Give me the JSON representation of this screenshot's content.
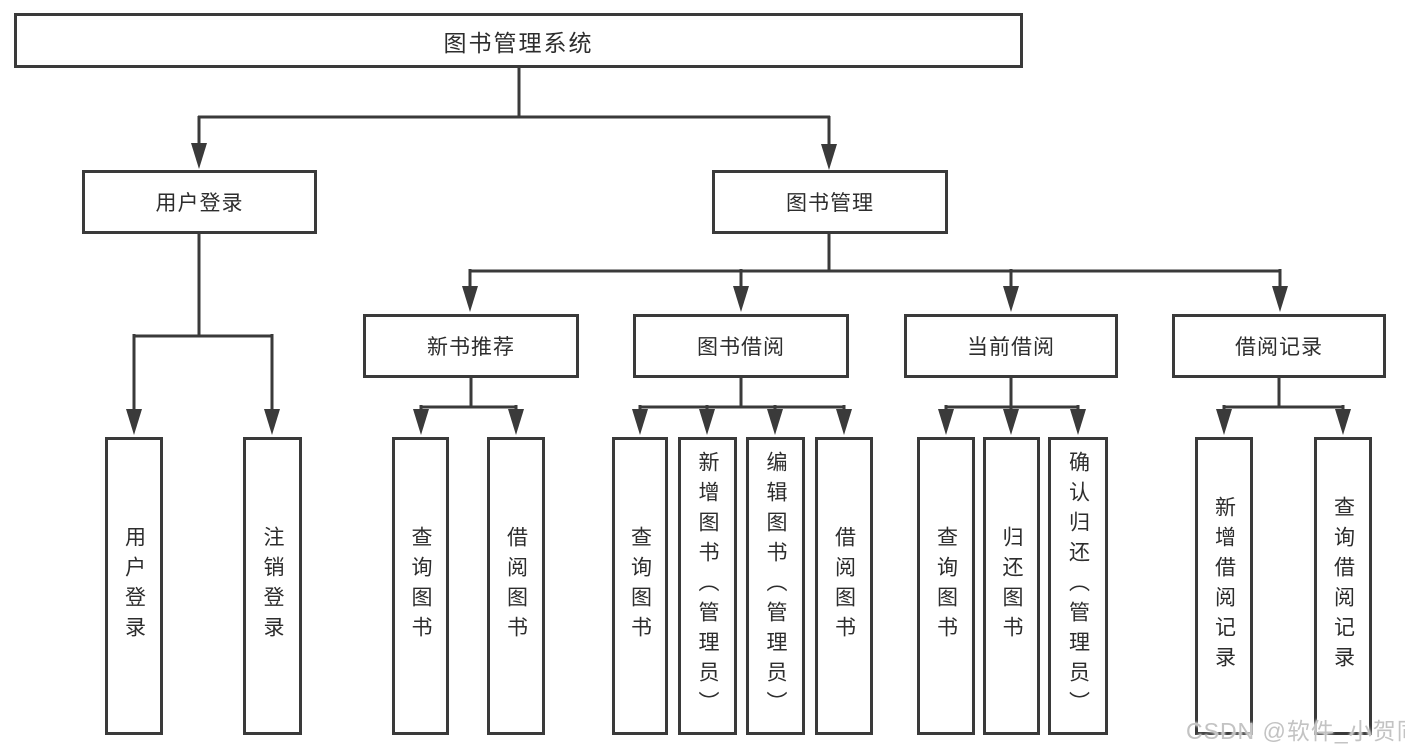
{
  "colors": {
    "line": "#3a3a3a",
    "text": "#2d2d2d",
    "boxBg": "#ffffff",
    "pageBg": "#ffffff",
    "watermark": "#c3c3c3"
  },
  "watermark": "CSDN @软件_小贺同学",
  "tree": {
    "root": "图书管理系统",
    "branches": [
      {
        "label": "用户登录",
        "children": [
          "用户登录",
          "注销登录"
        ]
      },
      {
        "label": "图书管理",
        "children": [
          {
            "label": "新书推荐",
            "children": [
              "查询图书",
              "借阅图书"
            ]
          },
          {
            "label": "图书借阅",
            "children": [
              "查询图书",
              "新增图书（管理员）",
              "编辑图书（管理员）",
              "借阅图书"
            ]
          },
          {
            "label": "当前借阅",
            "children": [
              "查询图书",
              "归还图书",
              "确认归还（管理员）"
            ]
          },
          {
            "label": "借阅记录",
            "children": [
              "新增借阅记录",
              "查询借阅记录"
            ]
          }
        ]
      }
    ]
  }
}
